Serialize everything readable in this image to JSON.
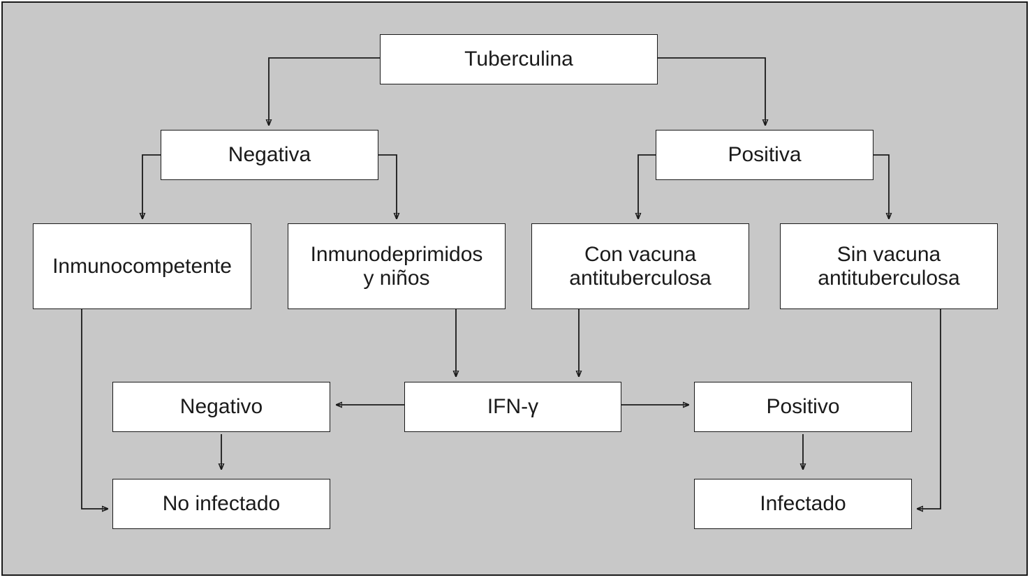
{
  "nodes": {
    "tuberculina": "Tuberculina",
    "negativa": "Negativa",
    "positiva": "Positiva",
    "inmunocompetente": "Inmunocompetente",
    "inmunodeprimidos": "Inmunodeprimidos\ny niños",
    "con_vacuna": "Con vacuna\nantituberculosa",
    "sin_vacuna": "Sin vacuna\nantituberculosa",
    "ifn": "IFN-γ",
    "negativo": "Negativo",
    "positivo": "Positivo",
    "no_infectado": "No infectado",
    "infectado": "Infectado"
  },
  "edges": [
    [
      "tuberculina",
      "negativa"
    ],
    [
      "tuberculina",
      "positiva"
    ],
    [
      "negativa",
      "inmunocompetente"
    ],
    [
      "negativa",
      "inmunodeprimidos"
    ],
    [
      "positiva",
      "con_vacuna"
    ],
    [
      "positiva",
      "sin_vacuna"
    ],
    [
      "inmunodeprimidos",
      "ifn"
    ],
    [
      "con_vacuna",
      "ifn"
    ],
    [
      "ifn",
      "negativo"
    ],
    [
      "ifn",
      "positivo"
    ],
    [
      "negativo",
      "no_infectado"
    ],
    [
      "positivo",
      "infectado"
    ],
    [
      "inmunocompetente",
      "no_infectado"
    ],
    [
      "sin_vacuna",
      "infectado"
    ]
  ]
}
